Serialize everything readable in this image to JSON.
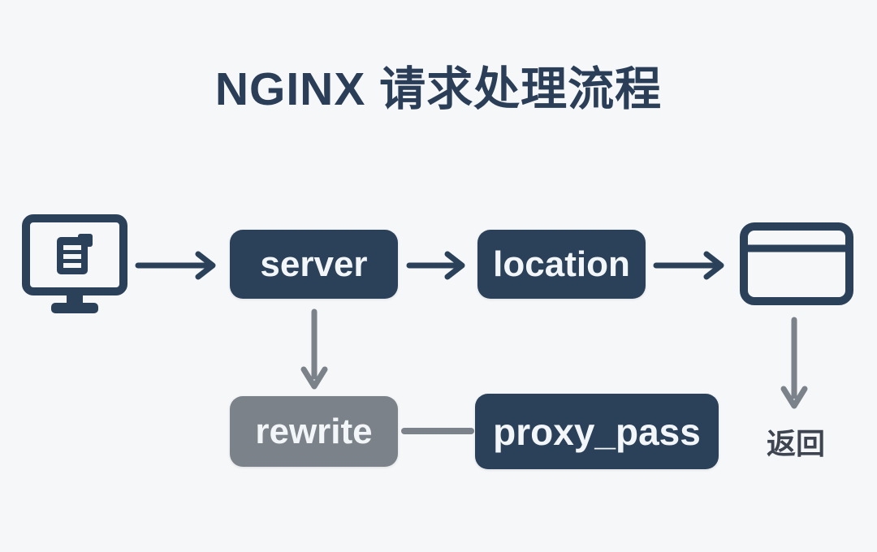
{
  "title": "NGINX 请求处理流程",
  "nodes": {
    "server": "server",
    "location": "location",
    "rewrite": "rewrite",
    "proxy_pass": "proxy_pass"
  },
  "labels": {
    "return_label": "返回"
  },
  "icons": {
    "client": "client-monitor-document-icon",
    "response": "browser-window-icon"
  },
  "colors": {
    "background": "#f6f7f9",
    "primary_dark": "#2b415a",
    "secondary_gray": "#7b8289",
    "node_text": "#f3f6f8",
    "title_text": "#2b3e57",
    "return_text": "#3e4450"
  }
}
